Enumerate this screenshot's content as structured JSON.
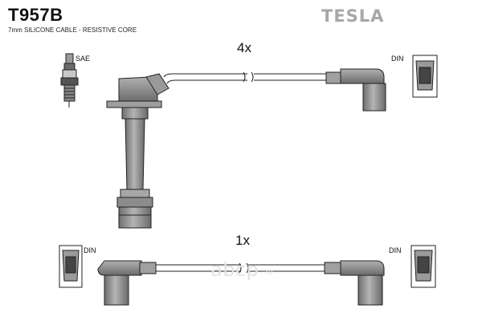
{
  "header": {
    "part_number": "T957B",
    "subtitle": "7mm SILICONE CABLE - RESISTIVE CORE",
    "brand": "TESLA"
  },
  "quantities": {
    "top": "4x",
    "bottom": "1x"
  },
  "labels": {
    "spark_plug": "SAE",
    "din_top_right": "DIN",
    "din_bottom_left": "DIN",
    "din_bottom_right": "DIN"
  },
  "watermark": {
    "text": "abcp",
    "tld": ".ru"
  },
  "colors": {
    "part_fill": "#8f8f8f",
    "part_dark": "#5a5a5a",
    "line": "#222222"
  }
}
